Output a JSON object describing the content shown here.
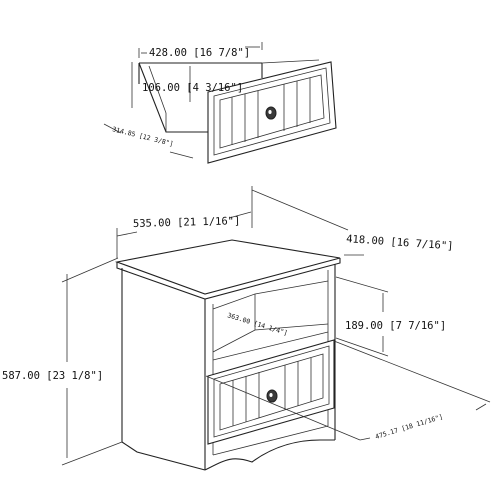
{
  "drawer": {
    "width_label": "428.00 [16 7/8\"]",
    "height_label": "106.00 [4 3/16\"]",
    "depth_label": "314.85 [12 3/8\"]"
  },
  "nightstand": {
    "width_label": "535.00 [21 1/16\"]",
    "depth_label": "418.00 [16 7/16\"]",
    "height_label": "587.00 [23 1/8\"]",
    "opening_height_label": "189.00 [7 7/16\"]",
    "opening_depth_label": "363.00 [14 1/4\"]",
    "drawer_face_width_label": "475.17 [18 11/16\"]"
  }
}
